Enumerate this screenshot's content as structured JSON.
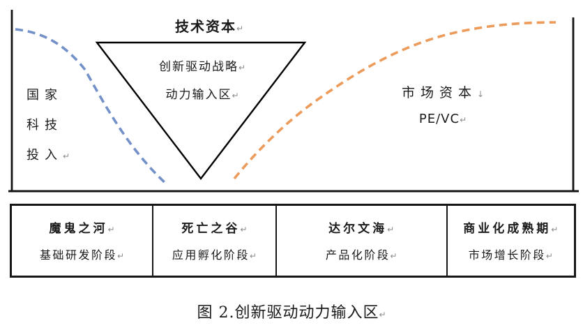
{
  "figure": {
    "title": "技术资本",
    "triangle_label_line1": "创新驱动战略",
    "triangle_label_line2": "动力输入区",
    "left_axis_label_lines": [
      "国家",
      "科技",
      "投入"
    ],
    "market_label": "市场资本",
    "market_sublabel": "PE/VC",
    "caption": "图 2.创新驱动动力输入区",
    "marks": {
      "paragraph": "↵",
      "line_break": "↓"
    },
    "curves": {
      "national_sci_tech_investment": {
        "color": "#7391C8",
        "style": "dashed",
        "trend": "decreasing"
      },
      "market_capital_pe_vc": {
        "color": "#EC9B5B",
        "style": "dashed",
        "trend": "increasing"
      }
    },
    "stages": [
      {
        "name": "魔鬼之河",
        "phase": "基础研发阶段"
      },
      {
        "name": "死亡之谷",
        "phase": "应用孵化阶段"
      },
      {
        "name": "达尔文海",
        "phase": "产品化阶段"
      },
      {
        "name": "商业化成熟期",
        "phase": "市场增长阶段"
      }
    ],
    "colors": {
      "line": "#141414"
    }
  }
}
